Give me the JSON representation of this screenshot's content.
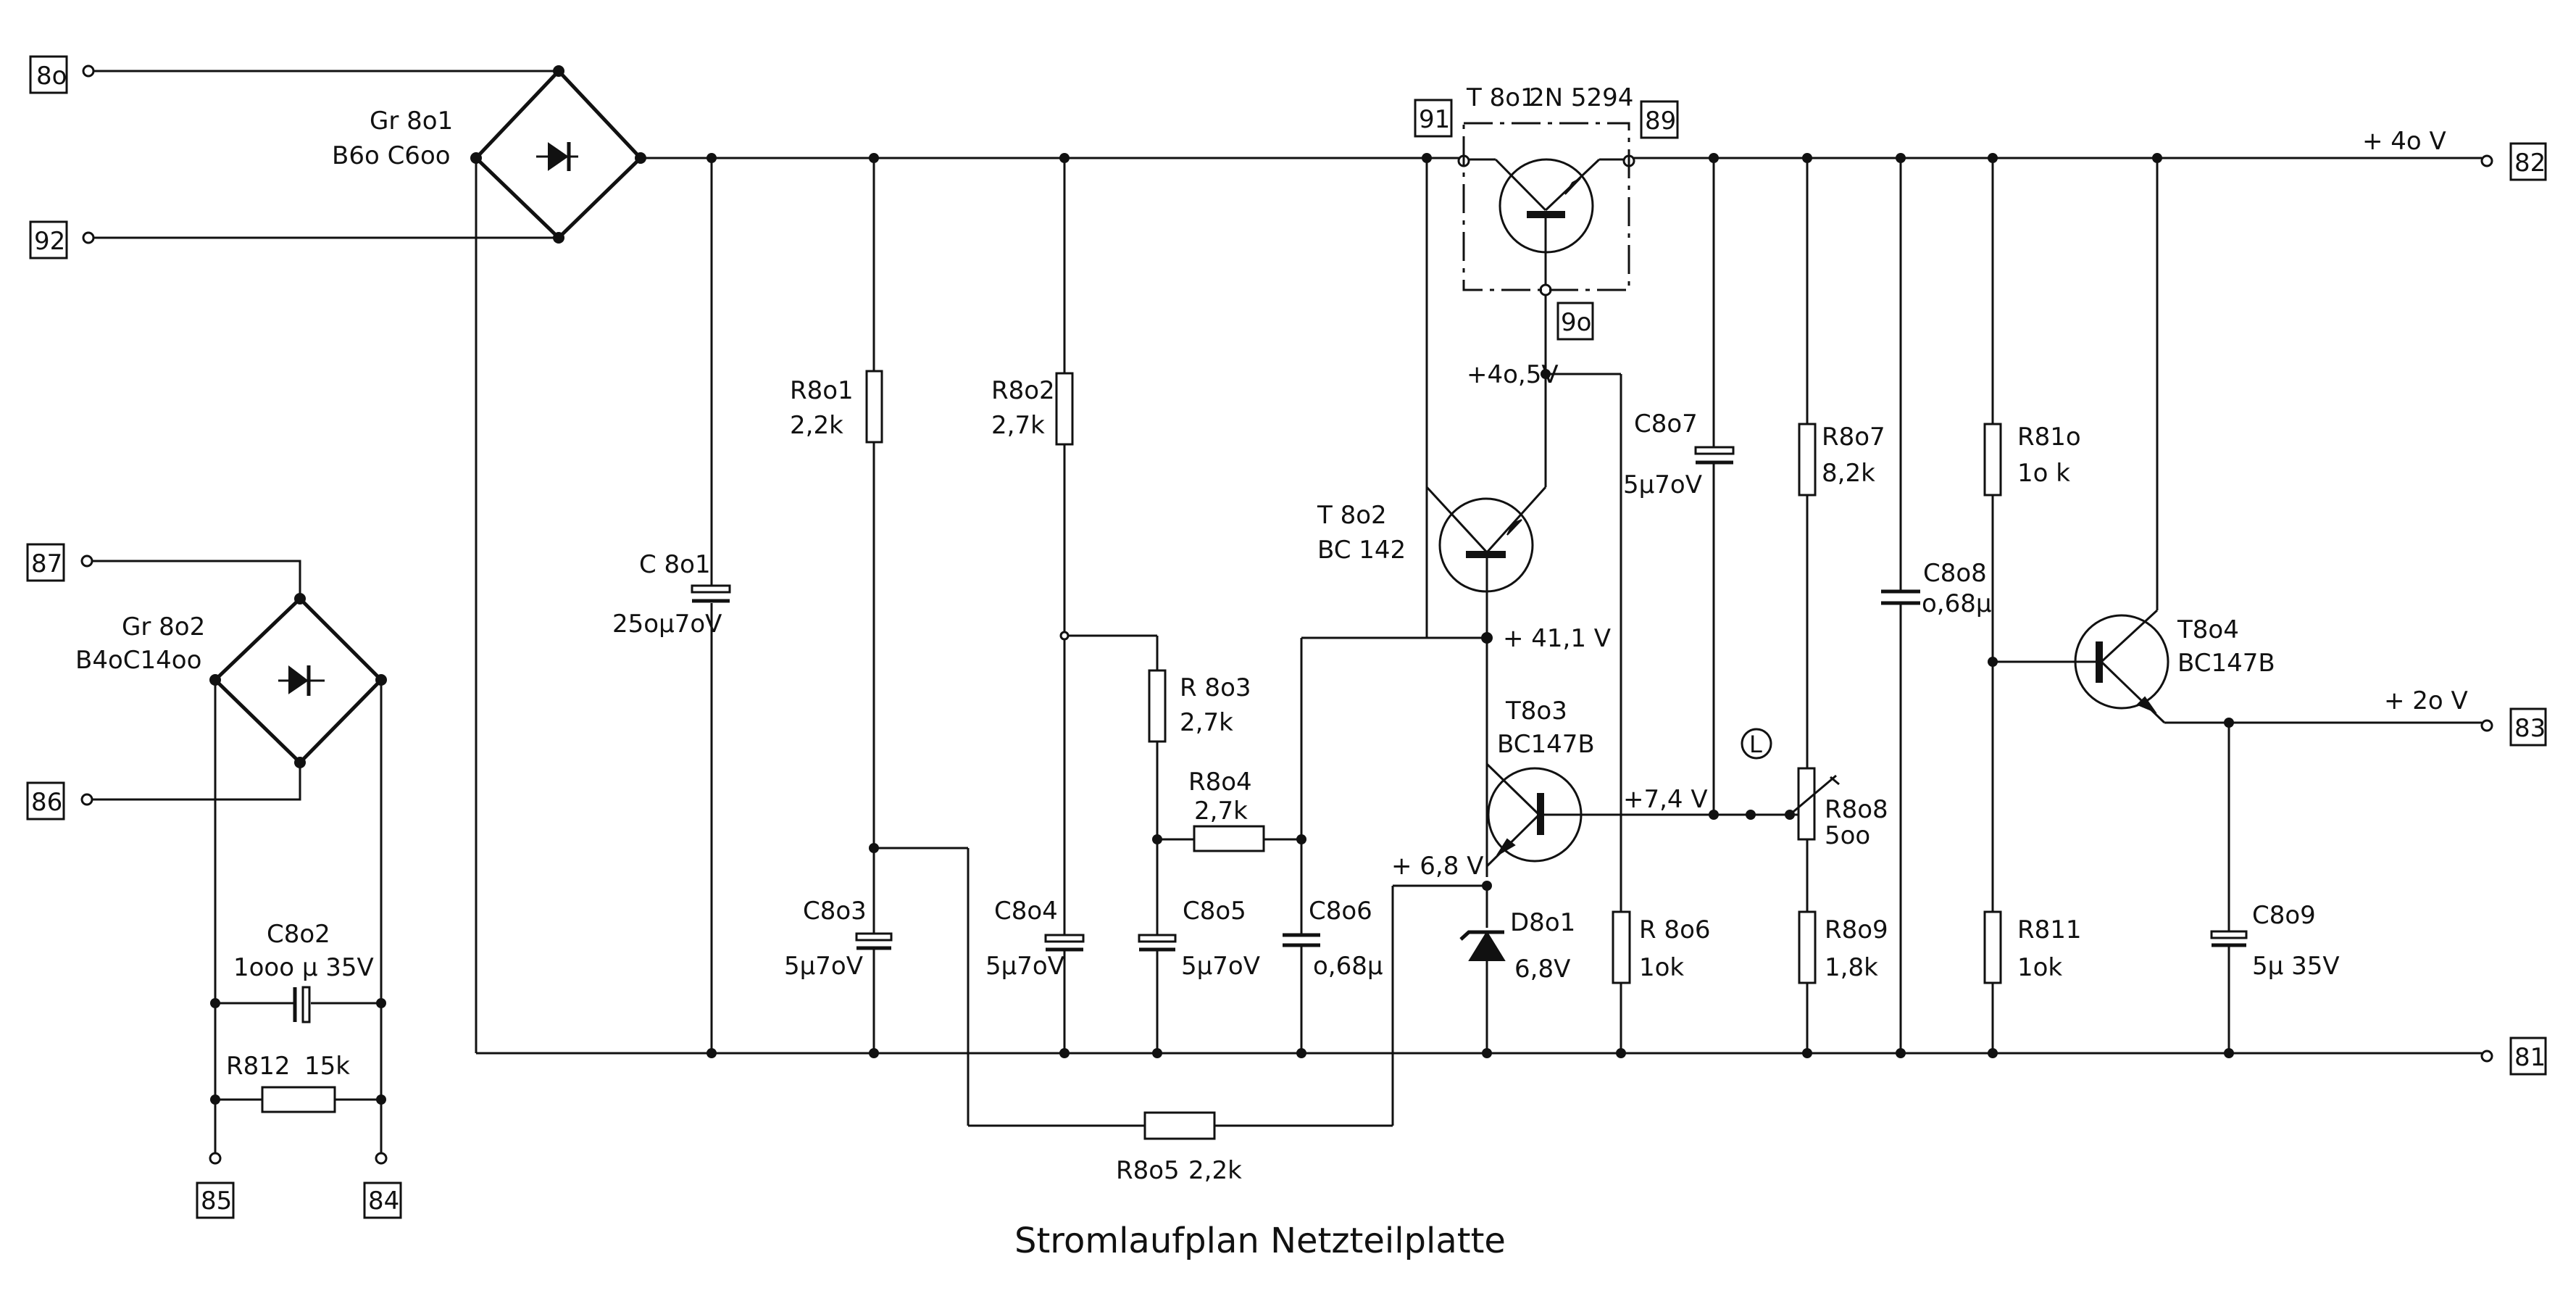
{
  "title": "Stromlaufplan Netzteilplatte",
  "terminals": {
    "t80": "8o",
    "t92": "92",
    "t87": "87",
    "t86": "86",
    "t85": "85",
    "t84": "84",
    "t91": "91",
    "t89": "89",
    "t90": "9o",
    "t82": "82",
    "t83": "83",
    "t81": "81"
  },
  "rails": {
    "out_40v": "+ 4o V",
    "out_20v": "+ 2o V"
  },
  "test_points": {
    "v405": "+4o,5V",
    "v411": "+ 41,1 V",
    "v74": "+7,4 V",
    "v68": "+ 6,8 V",
    "marker_L": "L"
  },
  "components": {
    "gr801": {
      "ref": "Gr 8o1",
      "value": "B6o C6oo"
    },
    "gr802": {
      "ref": "Gr 8o2",
      "value": "B4oC14oo"
    },
    "c801": {
      "ref": "C 8o1",
      "value": "25oµ7oV"
    },
    "c802": {
      "ref": "C8o2",
      "value": "1ooo µ 35V"
    },
    "c803": {
      "ref": "C8o3",
      "value": "5µ7oV"
    },
    "c804": {
      "ref": "C8o4",
      "value": "5µ7oV"
    },
    "c805": {
      "ref": "C8o5",
      "value": "5µ7oV"
    },
    "c806": {
      "ref": "C8o6",
      "value": "o,68µ"
    },
    "c807": {
      "ref": "C8o7",
      "value": "5µ7oV"
    },
    "c808": {
      "ref": "C8o8",
      "value": "o,68µ"
    },
    "c809": {
      "ref": "C8o9",
      "value": "5µ 35V"
    },
    "r801": {
      "ref": "R8o1",
      "value": "2,2k"
    },
    "r802": {
      "ref": "R8o2",
      "value": "2,7k"
    },
    "r803": {
      "ref": "R 8o3",
      "value": "2,7k"
    },
    "r804": {
      "ref": "R8o4",
      "value": "2,7k"
    },
    "r805": {
      "ref": "R8o5",
      "value": "2,2k"
    },
    "r806": {
      "ref": "R 8o6",
      "value": "1ok"
    },
    "r807": {
      "ref": "R8o7",
      "value": "8,2k"
    },
    "r808": {
      "ref": "R8o8",
      "value": "5oo"
    },
    "r809": {
      "ref": "R8o9",
      "value": "1,8k"
    },
    "r810": {
      "ref": "R81o",
      "value": "1o k"
    },
    "r811": {
      "ref": "R811",
      "value": "1ok"
    },
    "r812": {
      "ref": "R812",
      "value": "15k"
    },
    "t801": {
      "ref": "T 8o1",
      "value": "2N 5294"
    },
    "t802": {
      "ref": "T 8o2",
      "value": "BC 142"
    },
    "t803": {
      "ref": "T8o3",
      "value": "BC147B"
    },
    "t804": {
      "ref": "T8o4",
      "value": "BC147B"
    },
    "d801": {
      "ref": "D8o1",
      "value": "6,8V"
    }
  }
}
